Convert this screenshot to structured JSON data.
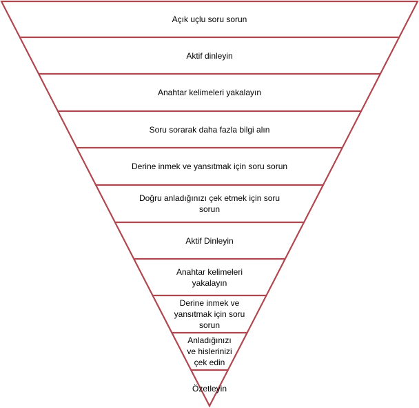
{
  "funnel": {
    "stroke_color": "#b0474f",
    "fill_color": "#ffffff",
    "text_color": "#000000",
    "levels": [
      {
        "label": "Açık uçlu soru sorun"
      },
      {
        "label": "Aktif dinleyin"
      },
      {
        "label": "Anahtar kelimeleri yakalayın"
      },
      {
        "label": "Soru sorarak daha fazla bilgi alın"
      },
      {
        "label": "Derine inmek ve yansıtmak için soru sorun"
      },
      {
        "label": "Doğru anladığınızı çek etmek  için soru\nsorun"
      },
      {
        "label": "Aktif Dinleyin"
      },
      {
        "label": "Anahtar kelimeleri\nyakalayın"
      },
      {
        "label": "Derine inmek ve\nyansıtmak için soru\nsorun"
      },
      {
        "label": "Anladığınızı\nve hislerinizi\nçek edin"
      },
      {
        "label": "Özetleyin"
      }
    ]
  }
}
